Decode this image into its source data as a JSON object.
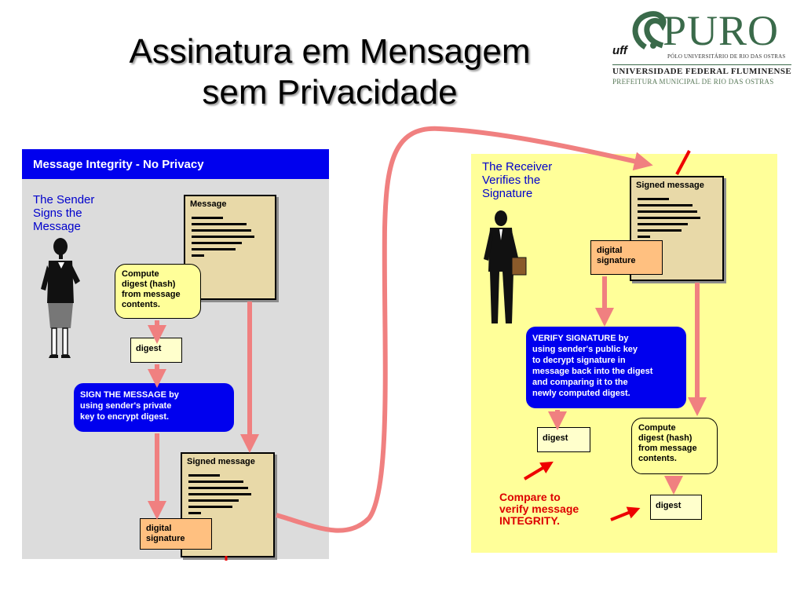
{
  "title": {
    "line1": "Assinatura em Mensagem",
    "line2": "sem Privacidade"
  },
  "logo": {
    "uff": "uff",
    "brand": "PURO",
    "polo": "PÓLO UNIVERSITÁRIO DE RIO DAS OSTRAS",
    "university": "UNIVERSIDADE FEDERAL FLUMINENSE",
    "prefeitura": "PREFEITURA MUNICIPAL DE RIO DAS OSTRAS"
  },
  "left_panel": {
    "header": "Message Integrity - No Privacy",
    "sender_line1": "The Sender",
    "sender_line2": "Signs the",
    "sender_line3": "Message",
    "message_label": "Message",
    "compute_line1": "Compute",
    "compute_line2": "digest (hash)",
    "compute_line3": "from message",
    "compute_line4": "contents.",
    "digest_label": "digest",
    "sign_line1": "SIGN THE MESSAGE by",
    "sign_line2": "using sender's private",
    "sign_line3": "key to encrypt digest.",
    "signed_message_label": "Signed message",
    "sig_line1": "digital",
    "sig_line2": "signature"
  },
  "right_panel": {
    "receiver_line1": "The Receiver",
    "receiver_line2": "Verifies the",
    "receiver_line3": "Signature",
    "signed_message_label": "Signed message",
    "sig_line1": "digital",
    "sig_line2": "signature",
    "verify_line1": "VERIFY SIGNATURE by",
    "verify_line2": "using sender's public key",
    "verify_line3": "to decrypt signature in",
    "verify_line4": "message back into the digest",
    "verify_line5": "and comparing it to the",
    "verify_line6": "newly computed digest.",
    "digest_label_1": "digest",
    "compute_line1": "Compute",
    "compute_line2": "digest (hash)",
    "compute_line3": "from message",
    "compute_line4": "contents.",
    "compare_line1": "Compare to",
    "compare_line2": "verify message",
    "compare_line3": "INTEGRITY.",
    "digest_label_2": "digest"
  },
  "colors": {
    "arrow": "#f08080",
    "red_arrow": "#ee0000",
    "header_blue": "#0000ee",
    "receiver_panel": "#ffff99",
    "sender_panel": "#dcdcdc"
  }
}
